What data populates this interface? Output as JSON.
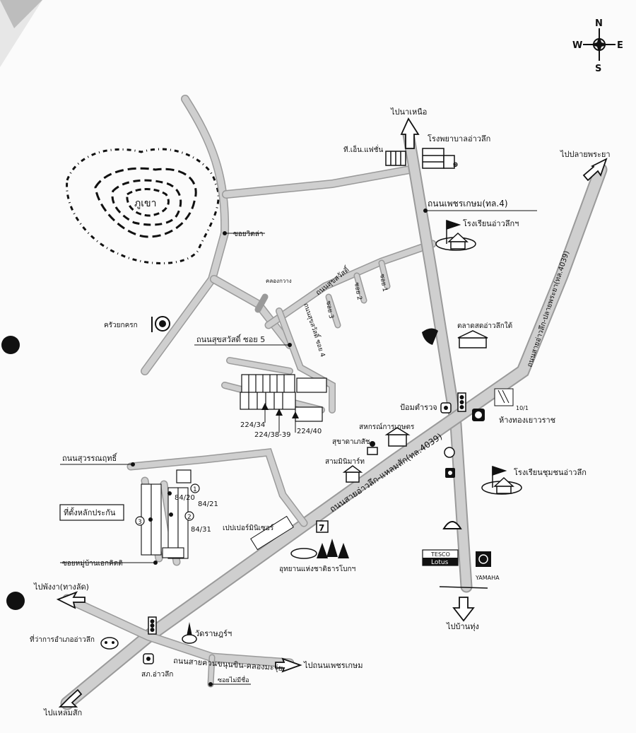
{
  "compass": {
    "n": "N",
    "s": "S",
    "e": "E",
    "w": "W"
  },
  "roads": {
    "petchkasem": "ถนนเพชรเกษม(ทล.4)",
    "aowluek_laem_sak": "ถนนสายอ่าวลึก-แหลมสัก(ทล.4039)",
    "aowluek_plai_phraya": "ถนนสายอ่าวลึก-ปลายพระยา(ทล.4039)",
    "khlong_ton": "ถนนสายควนขนุนขิน-คลองมะรุ่ย",
    "sukhumvit_side": "ถนนสุขสวัสดิ์ ซอย 5",
    "suwan": "ถนนสุวรรณฤทธิ์",
    "soi_wit": "ซอยวิตล่า",
    "soi_mu_ban": "ซอยหมู่บ้านเอกคิตติ",
    "soi_nameless": "ซอยไม่มีชื่อ",
    "soi_1": "ซอย 1",
    "soi_2": "ซอย 2",
    "soi_3": "ซอย 3",
    "soi_4": "ถนนสุขสวัสดิ์ ซอย 4",
    "sukhumvit_road": "ถนนสุขสวัสดิ์",
    "khlong": "คลองกวาง"
  },
  "directions": {
    "north": "ไปนาเหนือ",
    "plai_phraya": "ไปปลายพระยา",
    "ban_thung": "ไปบ้านทุ่ง",
    "phang_nga": "ไปพังงา(ทางลัด)",
    "laem_sak": "ไปแหลมสัก",
    "petchkasem": "ไปถนนเพชรเกษม"
  },
  "places": {
    "mountain": "ภูเขา",
    "tn_fashion": "ที.เอ็น.แฟชั่น",
    "hospital": "โรงพยาบาลอ่าวลึก",
    "school_1": "โรงเรียนอ่าวลึกฯ",
    "market": "ตลาดสดอ่าวลึกใต้",
    "kitchen": "ครัวยกครก",
    "police_box": "ป้อมตำรวจ",
    "gold_shop": "ห้างทองเยาวราช",
    "coop": "สหกรณ์การเกษตร",
    "health": "สุขาดาเภสัช",
    "minimart": "สามมินิมาร์ท",
    "school_2": "โรงเรียนชุมชนอ่าวลึก",
    "insurance": "ที่ตั้งหลักประกัน",
    "pipe_store": "เปปเปอร์มินิเซอร์",
    "national_park": "อุทยานแห่งชาติธารโบกฯ",
    "district_office": "ที่ว่าการอำเภออ่าวลึก",
    "temple": "วัดราษฎร์ฯ",
    "police_station": "สภ.อ่าวลึก",
    "tesco": "TESCO",
    "lotus": "Lotus",
    "yamaha": "YAMAHA",
    "house_10": "10/1"
  },
  "plots": {
    "p1": "224/34",
    "p2": "224/38-39",
    "p3": "224/40",
    "p4": "84/20",
    "p5": "84/21",
    "p6": "84/31",
    "n1": "1",
    "n2": "2",
    "n3": "3"
  },
  "colors": {
    "road": "#cfcfcf",
    "road_edge": "#9a9a9a",
    "ink": "#111111"
  }
}
